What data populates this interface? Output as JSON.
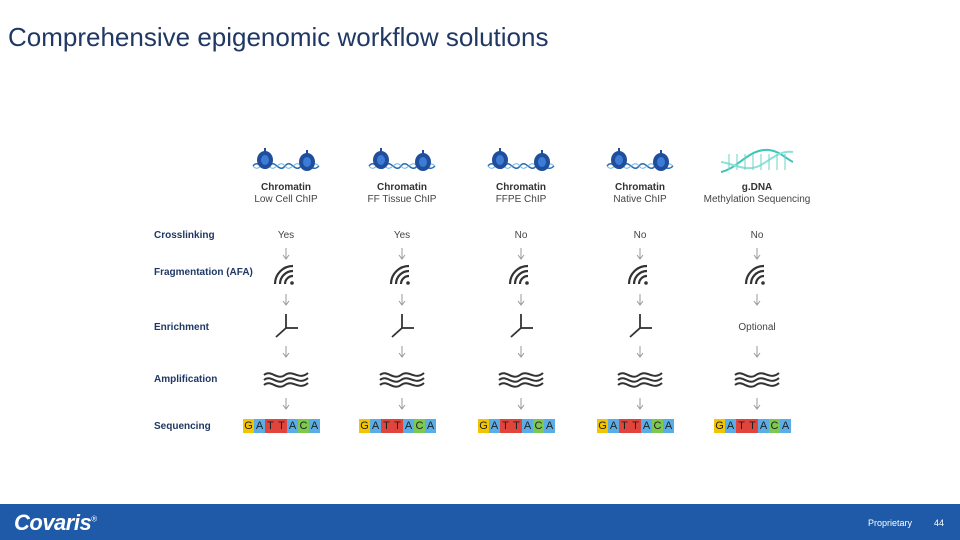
{
  "title": "Comprehensive epigenomic workflow solutions",
  "row_labels": [
    "Crosslinking",
    "Fragmentation (AFA)",
    "Enrichment",
    "Amplification",
    "Sequencing"
  ],
  "columns": [
    {
      "head1": "Chromatin",
      "head2": "Low Cell ChIP",
      "crosslinking": "Yes",
      "enrichment": "",
      "icon": "chromatin-icon"
    },
    {
      "head1": "Chromatin",
      "head2": "FF Tissue ChIP",
      "crosslinking": "Yes",
      "enrichment": "",
      "icon": "chromatin-icon"
    },
    {
      "head1": "Chromatin",
      "head2": "FFPE ChIP",
      "crosslinking": "No",
      "enrichment": "",
      "icon": "chromatin-icon"
    },
    {
      "head1": "Chromatin",
      "head2": "Native ChIP",
      "crosslinking": "No",
      "enrichment": "",
      "icon": "chromatin-icon"
    },
    {
      "head1": "g.DNA",
      "head2": "Methylation Sequencing",
      "crosslinking": "No",
      "enrichment": "Optional",
      "icon": "dna-helix-icon"
    }
  ],
  "sequence_letters": [
    "G",
    "A",
    "T",
    "T",
    "A",
    "C",
    "A"
  ],
  "sequence_colors": {
    "G": "#f2c500",
    "A": "#5aaee8",
    "T": "#e0443a",
    "C": "#7ec850"
  },
  "colors": {
    "accent": "#1f3864",
    "footer": "#1e5aa8"
  },
  "footer": {
    "logo": "Covaris",
    "trademark": "®",
    "proprietary": "Proprietary",
    "page_number": "44"
  }
}
